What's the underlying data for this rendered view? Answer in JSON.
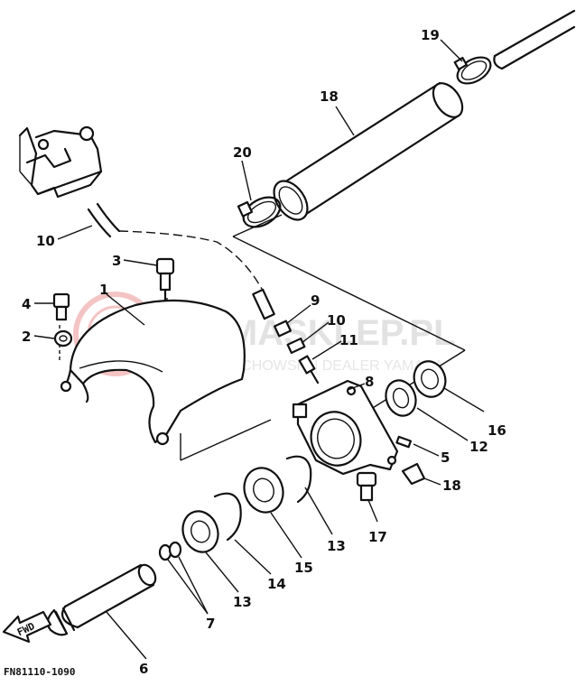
{
  "diagram": {
    "code": "FN81110-1090",
    "fwd_label": "FWD",
    "watermark": {
      "title": "YAMASKLEP.PL",
      "subtitle": "WOJCIECHOWSKI | DEALER YAMAHA"
    },
    "callouts": [
      "1",
      "2",
      "3",
      "4",
      "5",
      "6",
      "7",
      "8",
      "9",
      "10",
      "11",
      "12",
      "13",
      "13",
      "14",
      "14",
      "15",
      "16",
      "17",
      "18",
      "19",
      "20",
      "20"
    ]
  }
}
